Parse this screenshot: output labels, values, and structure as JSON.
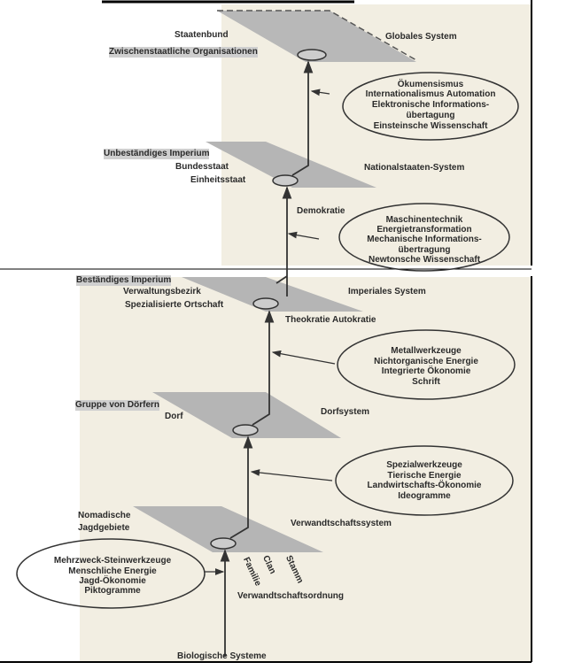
{
  "levels": [
    {
      "system": "Globales System",
      "labels": [
        "Staatenbund",
        "Zwischenstaatliche Organisationen"
      ]
    },
    {
      "system": "Nationalstaaten-System",
      "labels": [
        "Unbeständiges Imperium",
        "Bundesstaat",
        "Einheitsstaat"
      ]
    },
    {
      "system": "Imperiales System",
      "labels": [
        "Beständiges Imperium",
        "Verwaltungsbezirk",
        "Spezialisierte Ortschaft"
      ]
    },
    {
      "system": "Dorfsystem",
      "labels": [
        "Gruppe von Dörfern",
        "Dorf"
      ]
    },
    {
      "system": "Verwandtschaftssystem",
      "labels": [
        "Nomadische",
        "Jagdgebiete"
      ]
    }
  ],
  "governance": [
    "Demokratie",
    "Theokratie Autokratie"
  ],
  "kinship": {
    "items": [
      "Familie",
      "Clan",
      "Stamm"
    ],
    "label": "Verwandtschaftsordnung"
  },
  "base": "Biologische Systeme",
  "ellipses": [
    [
      "Ökumensismus",
      "Internationalismus  Automation",
      "Elektronische Informations-",
      "übertagung",
      "Einsteinsche Wissenschaft"
    ],
    [
      "Maschinentechnik",
      "Energietransformation",
      "Mechanische Informations-",
      "übertragung",
      "Newtonsche Wissenschaft"
    ],
    [
      "Metallwerkzeuge",
      "Nichtorganische Energie",
      "Integrierte Ökonomie",
      "Schrift"
    ],
    [
      "Spezialwerkzeuge",
      "Tierische Energie",
      "Landwirtschafts-Ökonomie",
      "Ideogramme"
    ],
    [
      "Mehrzweck-Steinwerkzeuge",
      "Menschliche Energie",
      "Jagd-Ökonomie",
      "Piktogramme"
    ]
  ]
}
